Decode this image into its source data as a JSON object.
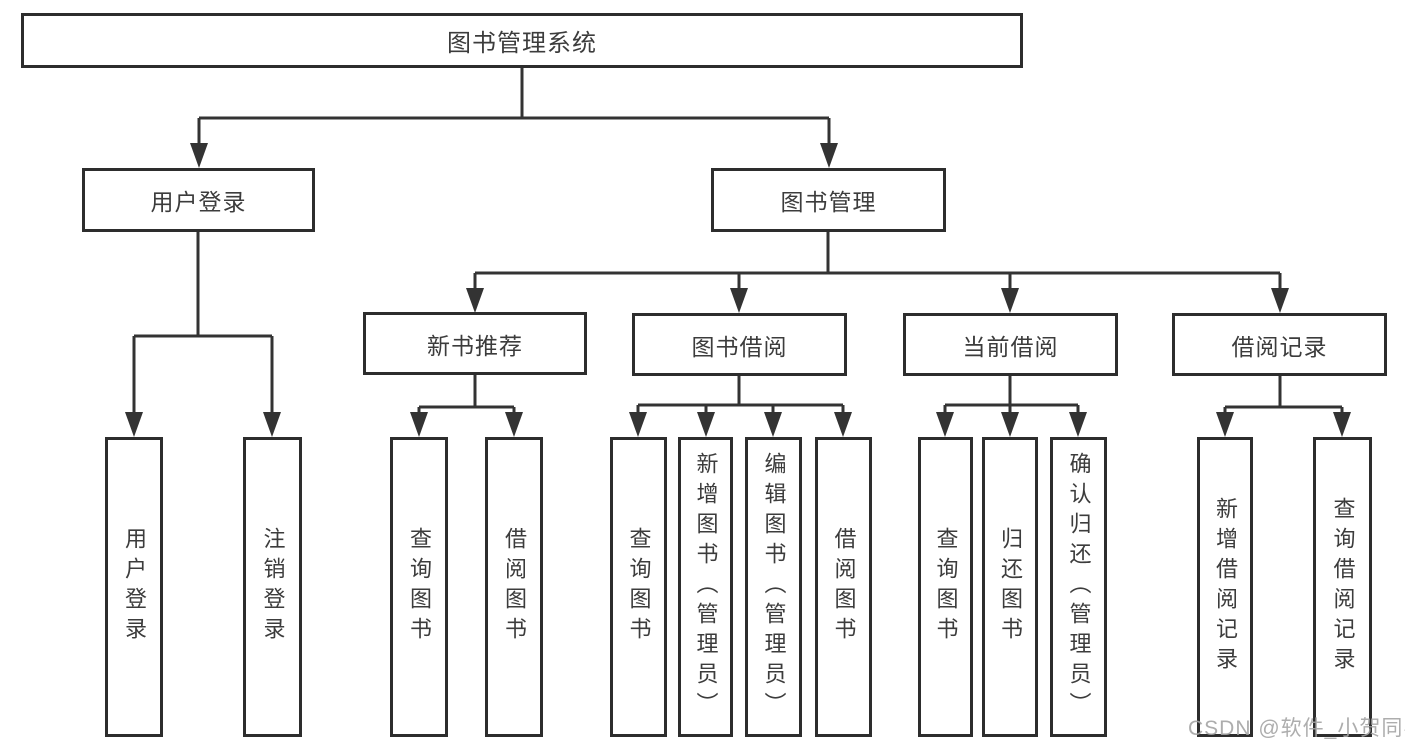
{
  "diagram": {
    "title": "图书管理系统",
    "nodes": {
      "root": "图书管理系统",
      "user_login": "用户登录",
      "book_mgmt": "图书管理",
      "new_book_rec": "新书推荐",
      "book_borrow": "图书借阅",
      "current_borrow": "当前借阅",
      "borrow_records": "借阅记录",
      "leaf_user_login": "用户登录",
      "leaf_logout": "注销登录",
      "leaf_query_books_a": "查询图书",
      "leaf_borrow_books_a": "借阅图书",
      "leaf_query_books_b": "查询图书",
      "leaf_add_books_admin": "新增图书（管理员）",
      "leaf_edit_books_admin": "编辑图书（管理员）",
      "leaf_borrow_books_b": "借阅图书",
      "leaf_query_books_c": "查询图书",
      "leaf_return_books": "归还图书",
      "leaf_confirm_return_admin": "确认归还（管理员）",
      "leaf_add_borrow_record": "新增借阅记录",
      "leaf_query_borrow_record": "查询借阅记录"
    },
    "hierarchy": [
      {
        "parent": "图书管理系统",
        "children": [
          "用户登录",
          "图书管理"
        ]
      },
      {
        "parent": "用户登录",
        "children": [
          "用户登录",
          "注销登录"
        ]
      },
      {
        "parent": "图书管理",
        "children": [
          "新书推荐",
          "图书借阅",
          "当前借阅",
          "借阅记录"
        ]
      },
      {
        "parent": "新书推荐",
        "children": [
          "查询图书",
          "借阅图书"
        ]
      },
      {
        "parent": "图书借阅",
        "children": [
          "查询图书",
          "新增图书（管理员）",
          "编辑图书（管理员）",
          "借阅图书"
        ]
      },
      {
        "parent": "当前借阅",
        "children": [
          "查询图书",
          "归还图书",
          "确认归还（管理员）"
        ]
      },
      {
        "parent": "借阅记录",
        "children": [
          "新增借阅记录",
          "查询借阅记录"
        ]
      }
    ],
    "colors": {
      "background": "#ffffff",
      "box_border": "#2d2d2d",
      "line": "#333333",
      "text": "#3c3c3c",
      "watermark": "#a4a4a4"
    }
  },
  "watermark": {
    "text": "CSDN @软件_小贺同学"
  }
}
